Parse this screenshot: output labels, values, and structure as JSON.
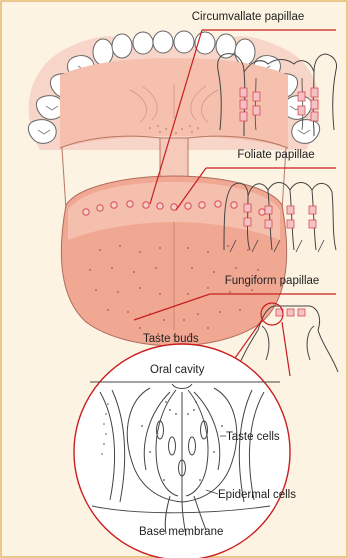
{
  "colors": {
    "background": "#fdf3e2",
    "border": "#e4b86a",
    "accent_red": "#c81e1e",
    "tongue_fill": "#f4b7a5",
    "tongue_shade": "#ec9b86",
    "papilla": "#e7777d",
    "line": "#444444"
  },
  "labels": {
    "circumvallate": "Circumvallate papillae",
    "foliate": "Foliate papillae",
    "fungiform": "Fungiform papillae",
    "taste_buds": "Taste buds",
    "oral_cavity": "Oral cavity",
    "taste_cells": "Taste cells",
    "epidermal_cells": "Epidermal cells",
    "base_membrane": "Base membrane"
  },
  "icons": {
    "tongue": "tongue-illustration",
    "teeth": "teeth-icon",
    "papilla": "papilla-icon",
    "taste_bud": "taste-bud-icon"
  }
}
